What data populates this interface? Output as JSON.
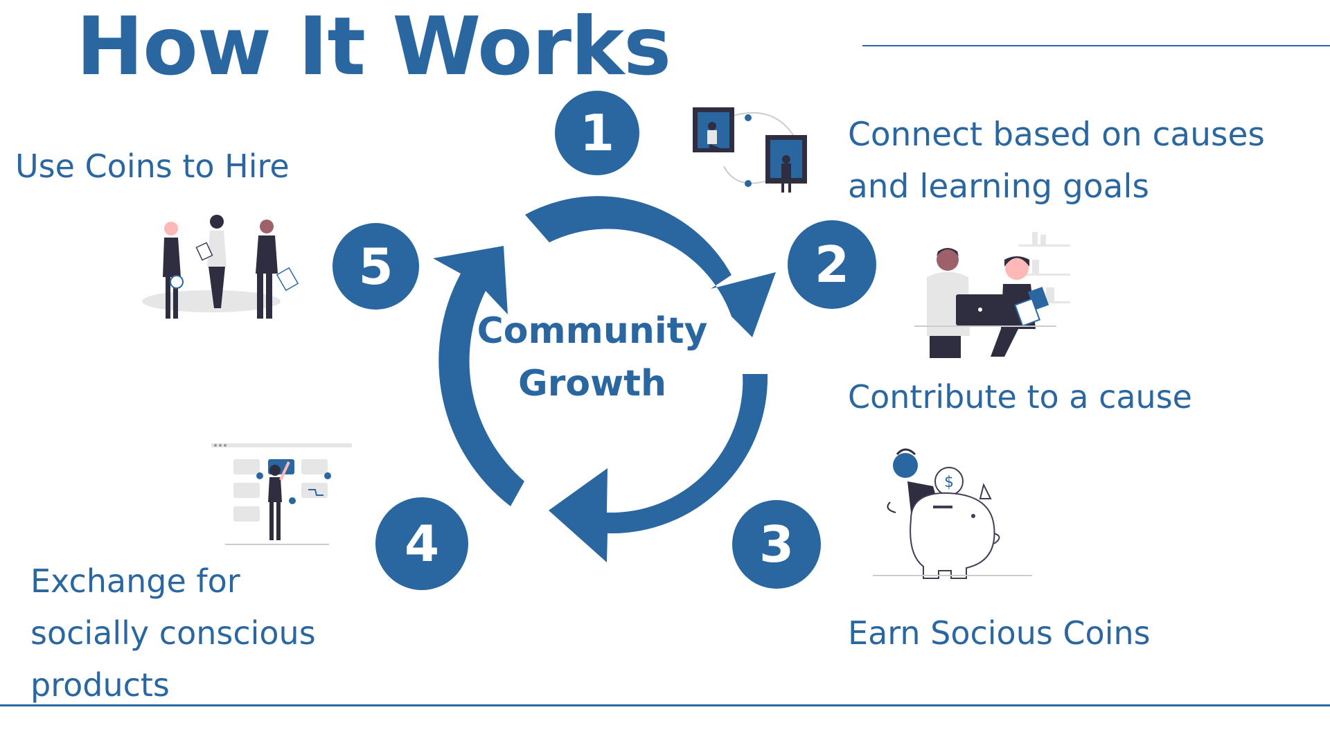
{
  "title": "How It Works",
  "center_label": [
    "Community",
    "Growth"
  ],
  "steps": [
    {
      "number": "1",
      "text": "Connect based on causes and learning goals",
      "lines": [
        "Connect based on causes",
        "and learning goals"
      ]
    },
    {
      "number": "2",
      "text": "Contribute to a cause"
    },
    {
      "number": "3",
      "text": "Earn Socious Coins"
    },
    {
      "number": "4",
      "text": "Exchange for socially conscious products",
      "lines": [
        "Exchange for",
        "socially conscious",
        "products"
      ]
    },
    {
      "number": "5",
      "text": "Use Coins to Hire"
    }
  ],
  "colors": {
    "accent": "#2a67a1",
    "dark_figure": "#2f2e41",
    "light_gray": "#e6e6e6"
  },
  "illustrations": {
    "step1": "people-in-window-frames-connecting",
    "step2": "two-people-collaborating-at-laptop",
    "step3": "person-putting-coin-in-piggy-bank",
    "step4": "person-shopping-product-grid",
    "step5": "three-people-standing-with-documents"
  }
}
